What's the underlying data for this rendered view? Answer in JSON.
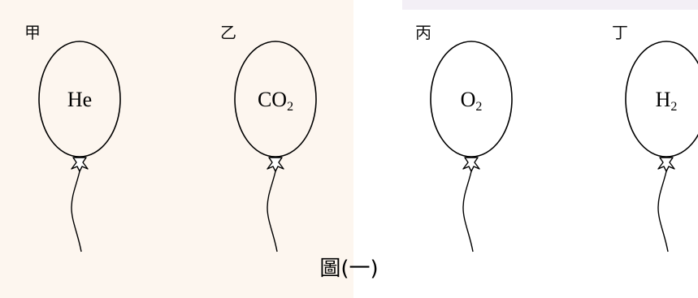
{
  "figure": {
    "caption": "圖(一)",
    "balloons": [
      {
        "id": "jia",
        "label": "甲",
        "gas_main": "He",
        "gas_sub": ""
      },
      {
        "id": "yi",
        "label": "乙",
        "gas_main": "CO",
        "gas_sub": "2"
      },
      {
        "id": "bing",
        "label": "丙",
        "gas_main": "O",
        "gas_sub": "2"
      },
      {
        "id": "ding",
        "label": "丁",
        "gas_main": "H",
        "gas_sub": "2"
      }
    ]
  },
  "colors": {
    "stroke": "#000000",
    "tint_left": "#fdf6ef",
    "tint_right": "#f3eff6"
  },
  "icons": [
    "balloon-icon"
  ]
}
